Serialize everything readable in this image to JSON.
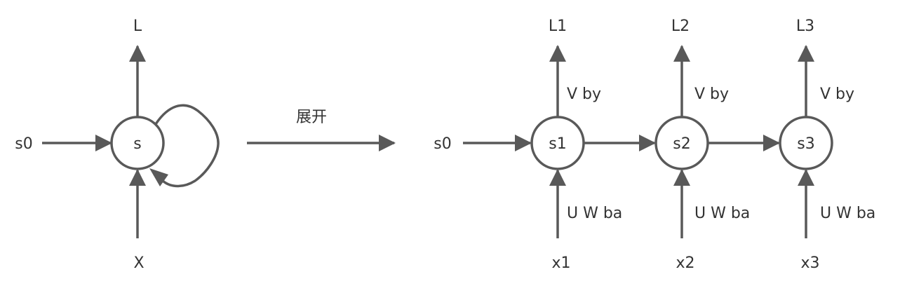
{
  "folded": {
    "node": "s",
    "input": "s0",
    "top": "L",
    "bottom": "X"
  },
  "unfold_label": "展开",
  "unrolled": {
    "input": "s0",
    "steps": [
      {
        "node": "s1",
        "output": "L1",
        "out_label": "V by",
        "in_label": "U W ba",
        "input": "x1"
      },
      {
        "node": "s2",
        "output": "L2",
        "out_label": "V by",
        "in_label": "U W ba",
        "input": "x2"
      },
      {
        "node": "s3",
        "output": "L3",
        "out_label": "V by",
        "in_label": "U W ba",
        "input": "x3"
      }
    ]
  },
  "colors": {
    "stroke": "#595959",
    "text": "#333333",
    "background": "#ffffff"
  }
}
